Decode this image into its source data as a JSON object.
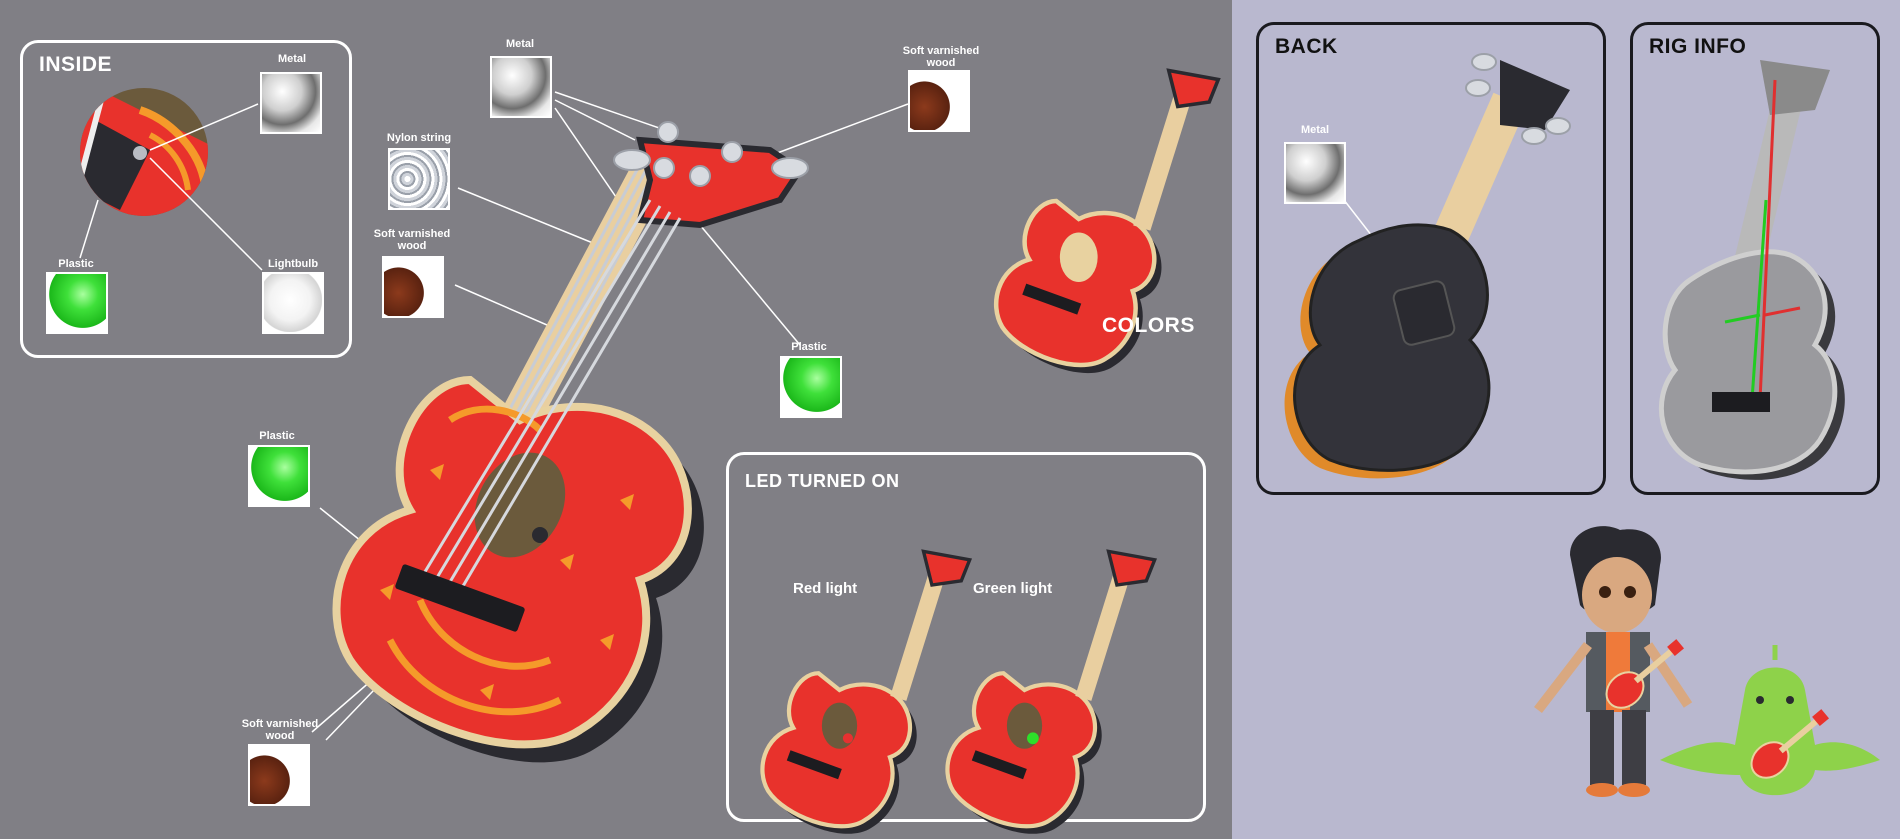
{
  "sections": {
    "inside": "INSIDE",
    "colors": "COLORS",
    "led": "LED TURNED ON",
    "back": "BACK",
    "rig": "RIG INFO"
  },
  "led_labels": {
    "red": "Red light",
    "green": "Green light"
  },
  "materials": {
    "metal": "Metal",
    "plastic": "Plastic",
    "lightbulb": "Lightbulb",
    "nylon": "Nylon string",
    "wood_line1": "Soft varnished",
    "wood_line2": "wood"
  },
  "colors": {
    "body_red": "#e8322c",
    "pattern_orange": "#f59a2a",
    "rim_wood": "#e8d2a0",
    "side_dark": "#2a2a30",
    "led_green": "#2ee02a",
    "led_red": "#e83030"
  }
}
